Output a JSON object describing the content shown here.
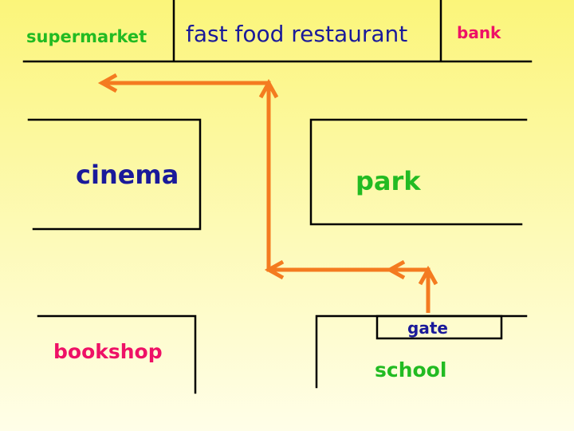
{
  "places": {
    "supermarket": "supermarket",
    "fast_food_restaurant": "fast food restaurant",
    "bank": "bank",
    "cinema": "cinema",
    "park": "park",
    "bookshop": "bookshop",
    "gate": "gate",
    "school": "school"
  },
  "colors": {
    "walls": "#000000",
    "route": "#f47b20",
    "green_label": "#22bb22",
    "pink_label": "#ee1166",
    "blue_label": "#1a1a9a"
  }
}
